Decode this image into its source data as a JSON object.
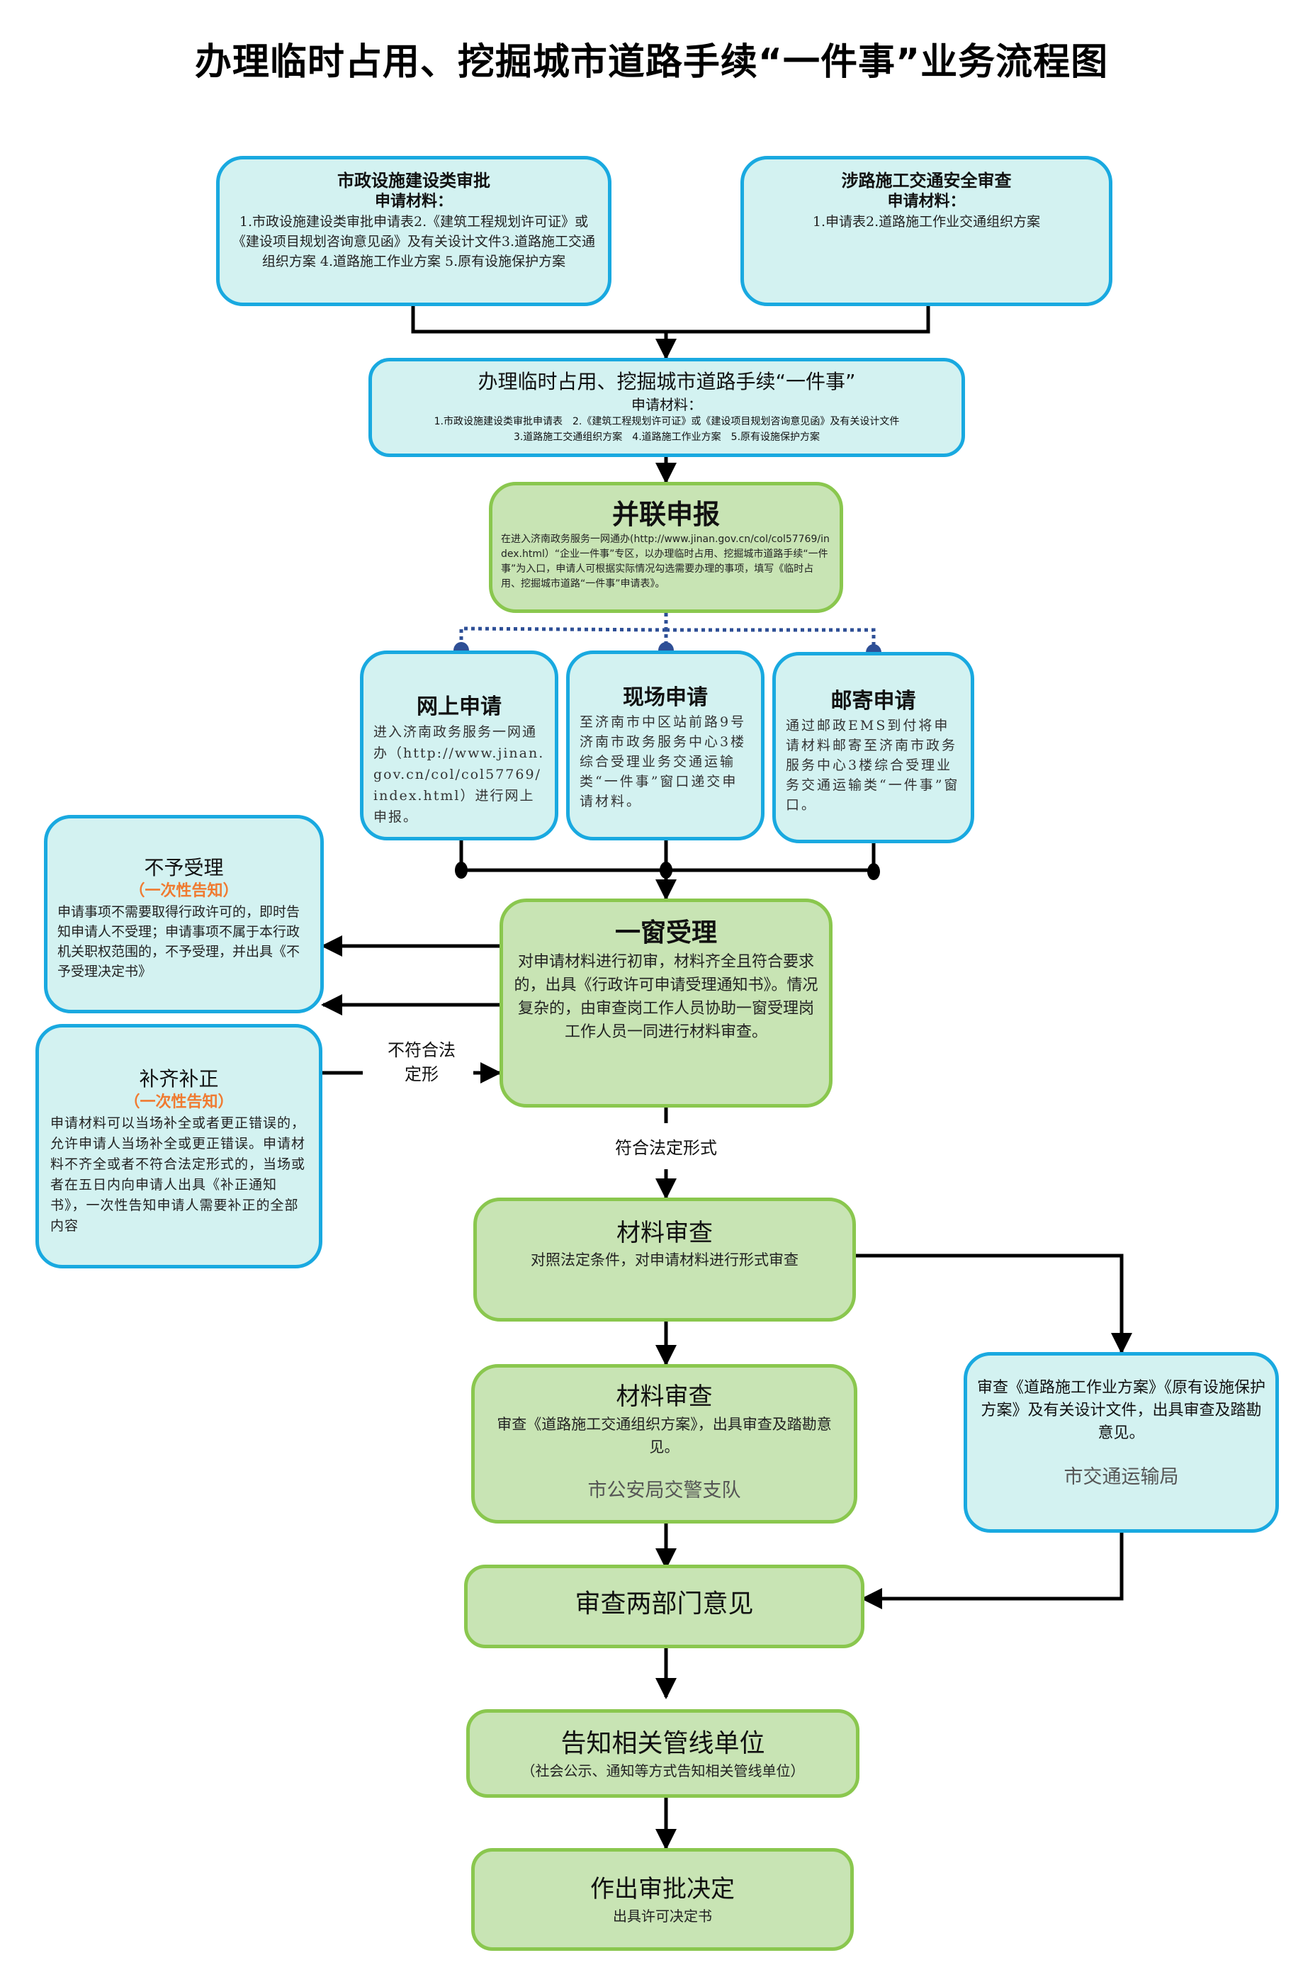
{
  "title": "办理临时占用、挖掘城市道路手续“一件事”业务流程图",
  "colors": {
    "blue_fill": "#d3f2f1",
    "blue_border": "#19a9e0",
    "green_fill": "#c8e4b4",
    "green_border": "#8ac74e",
    "dot_blue": "#2e4f96",
    "accent_orange": "#f07a30"
  },
  "nodes": {
    "municipal": {
      "title": "市政设施建设类审批",
      "sub": "申请材料：",
      "body": "1.市政设施建设类审批申请表2.《建筑工程规划许可证》或《建设项目规划咨询意见函》及有关设计文件3.道路施工交通组织方案 4.道路施工作业方案 5.原有设施保护方案"
    },
    "traffic_safety": {
      "title": "涉路施工交通安全审查",
      "sub": "申请材料：",
      "body": "1.申请表2.道路施工作业交通组织方案"
    },
    "one_thing": {
      "title": "办理临时占用、挖掘城市道路手续“一件事”",
      "sub": "申请材料：",
      "line1": "1.市政设施建设类审批申请表　2.《建筑工程规划许可证》或《建设项目规划咨询意见函》及有关设计文件",
      "line2": "3.道路施工交通组织方案　4.道路施工作业方案　5.原有设施保护方案"
    },
    "parallel": {
      "title": "并联申报",
      "body": "在进入济南政务服务一网通办(http://www.jinan.gov.cn/col/col57769/index.html）“企业一件事”专区，以办理临时占用、挖掘城市道路手续“一件事”为入口，申请人可根据实际情况勾选需要办理的事项，填写《临时占用、挖掘城市道路“一件事”申请表》。"
    },
    "online": {
      "title": "网上申请",
      "body": "进入济南政务服务一网通办（http://www.jinan.gov.cn/col/col57769/index.html）进行网上申报。"
    },
    "onsite": {
      "title": "现场申请",
      "body": "至济南市中区站前路9号济南市政务服务中心3楼综合受理业务交通运输类“一件事”窗口递交申请材料。"
    },
    "mail": {
      "title": "邮寄申请",
      "body": "通过邮政EMS到付将申请材料邮寄至济南市政务服务中心3楼综合受理业务交通运输类“一件事”窗口。"
    },
    "reject": {
      "title": "不予受理",
      "note": "（一次性告知）",
      "body": "申请事项不需要取得行政许可的，即时告知申请人不受理；申请事项不属于本行政机关职权范围的，不予受理，并出具《不予受理决定书》"
    },
    "supplement": {
      "title": "补齐补正",
      "note": "（一次性告知）",
      "body": "申请材料可以当场补全或者更正错误的，允许申请人当场补全或更正错误。申请材料不齐全或者不符合法定形式的，当场或者在五日内向申请人出具《补正通知书》，一次性告知申请人需要补正的全部内容"
    },
    "window": {
      "title": "一窗受理",
      "body": "对申请材料进行初审，材料齐全且符合要求的，出具《行政许可申请受理通知书》。情况复杂的，由审查岗工作人员协助一窗受理岗工作人员一同进行材料审查。"
    },
    "review1": {
      "title": "材料审查",
      "body": "对照法定条件，对申请材料进行形式审查"
    },
    "review2": {
      "title": "材料审查",
      "body": "审查《道路施工交通组织方案》，出具审查及踏勘意见。",
      "dept": "市公安局交警支队"
    },
    "transport": {
      "body": "审查《道路施工作业方案》《原有设施保护方案》及有关设计文件，出具审查及踏勘意见。",
      "dept": "市交通运输局"
    },
    "two_dept": {
      "title": "审查两部门意见"
    },
    "notify": {
      "title": "告知相关管线单位",
      "body": "（社会公示、通知等方式告知相关管线单位）"
    },
    "decision": {
      "title": "作出审批决定",
      "body": "出具许可决定书"
    }
  },
  "edge_labels": {
    "not_conform": "不符合法定形",
    "conform": "符合法定形式"
  }
}
